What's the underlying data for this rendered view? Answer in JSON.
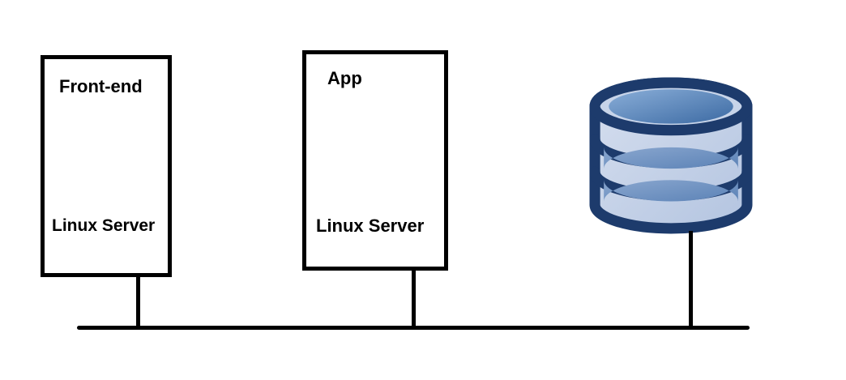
{
  "diagram": {
    "type": "network-architecture",
    "description": "Three nodes connected to a shared horizontal network bus line"
  },
  "nodes": {
    "frontend": {
      "title": "Front-end",
      "subtitle": "Linux Server"
    },
    "app": {
      "title": "App",
      "subtitle": "Linux Server"
    },
    "database": {
      "icon": "database-icon"
    }
  },
  "connections": [
    {
      "from": "frontend",
      "to": "network-bus"
    },
    {
      "from": "app",
      "to": "network-bus"
    },
    {
      "from": "database",
      "to": "network-bus"
    }
  ],
  "colors": {
    "line_black": "#000000",
    "box_border": "#000000",
    "background": "#ffffff",
    "db_navy": "#1d3b6c",
    "db_rim_light": "#d6dfef",
    "db_rim_mid": "#b3c4e0",
    "db_band_light": "#8aa7cf",
    "db_band_deep": "#5b82b6",
    "db_top_light": "#8aaed8",
    "db_top_deep": "#3c6aa3",
    "db_lip": "#c7d4e9"
  }
}
